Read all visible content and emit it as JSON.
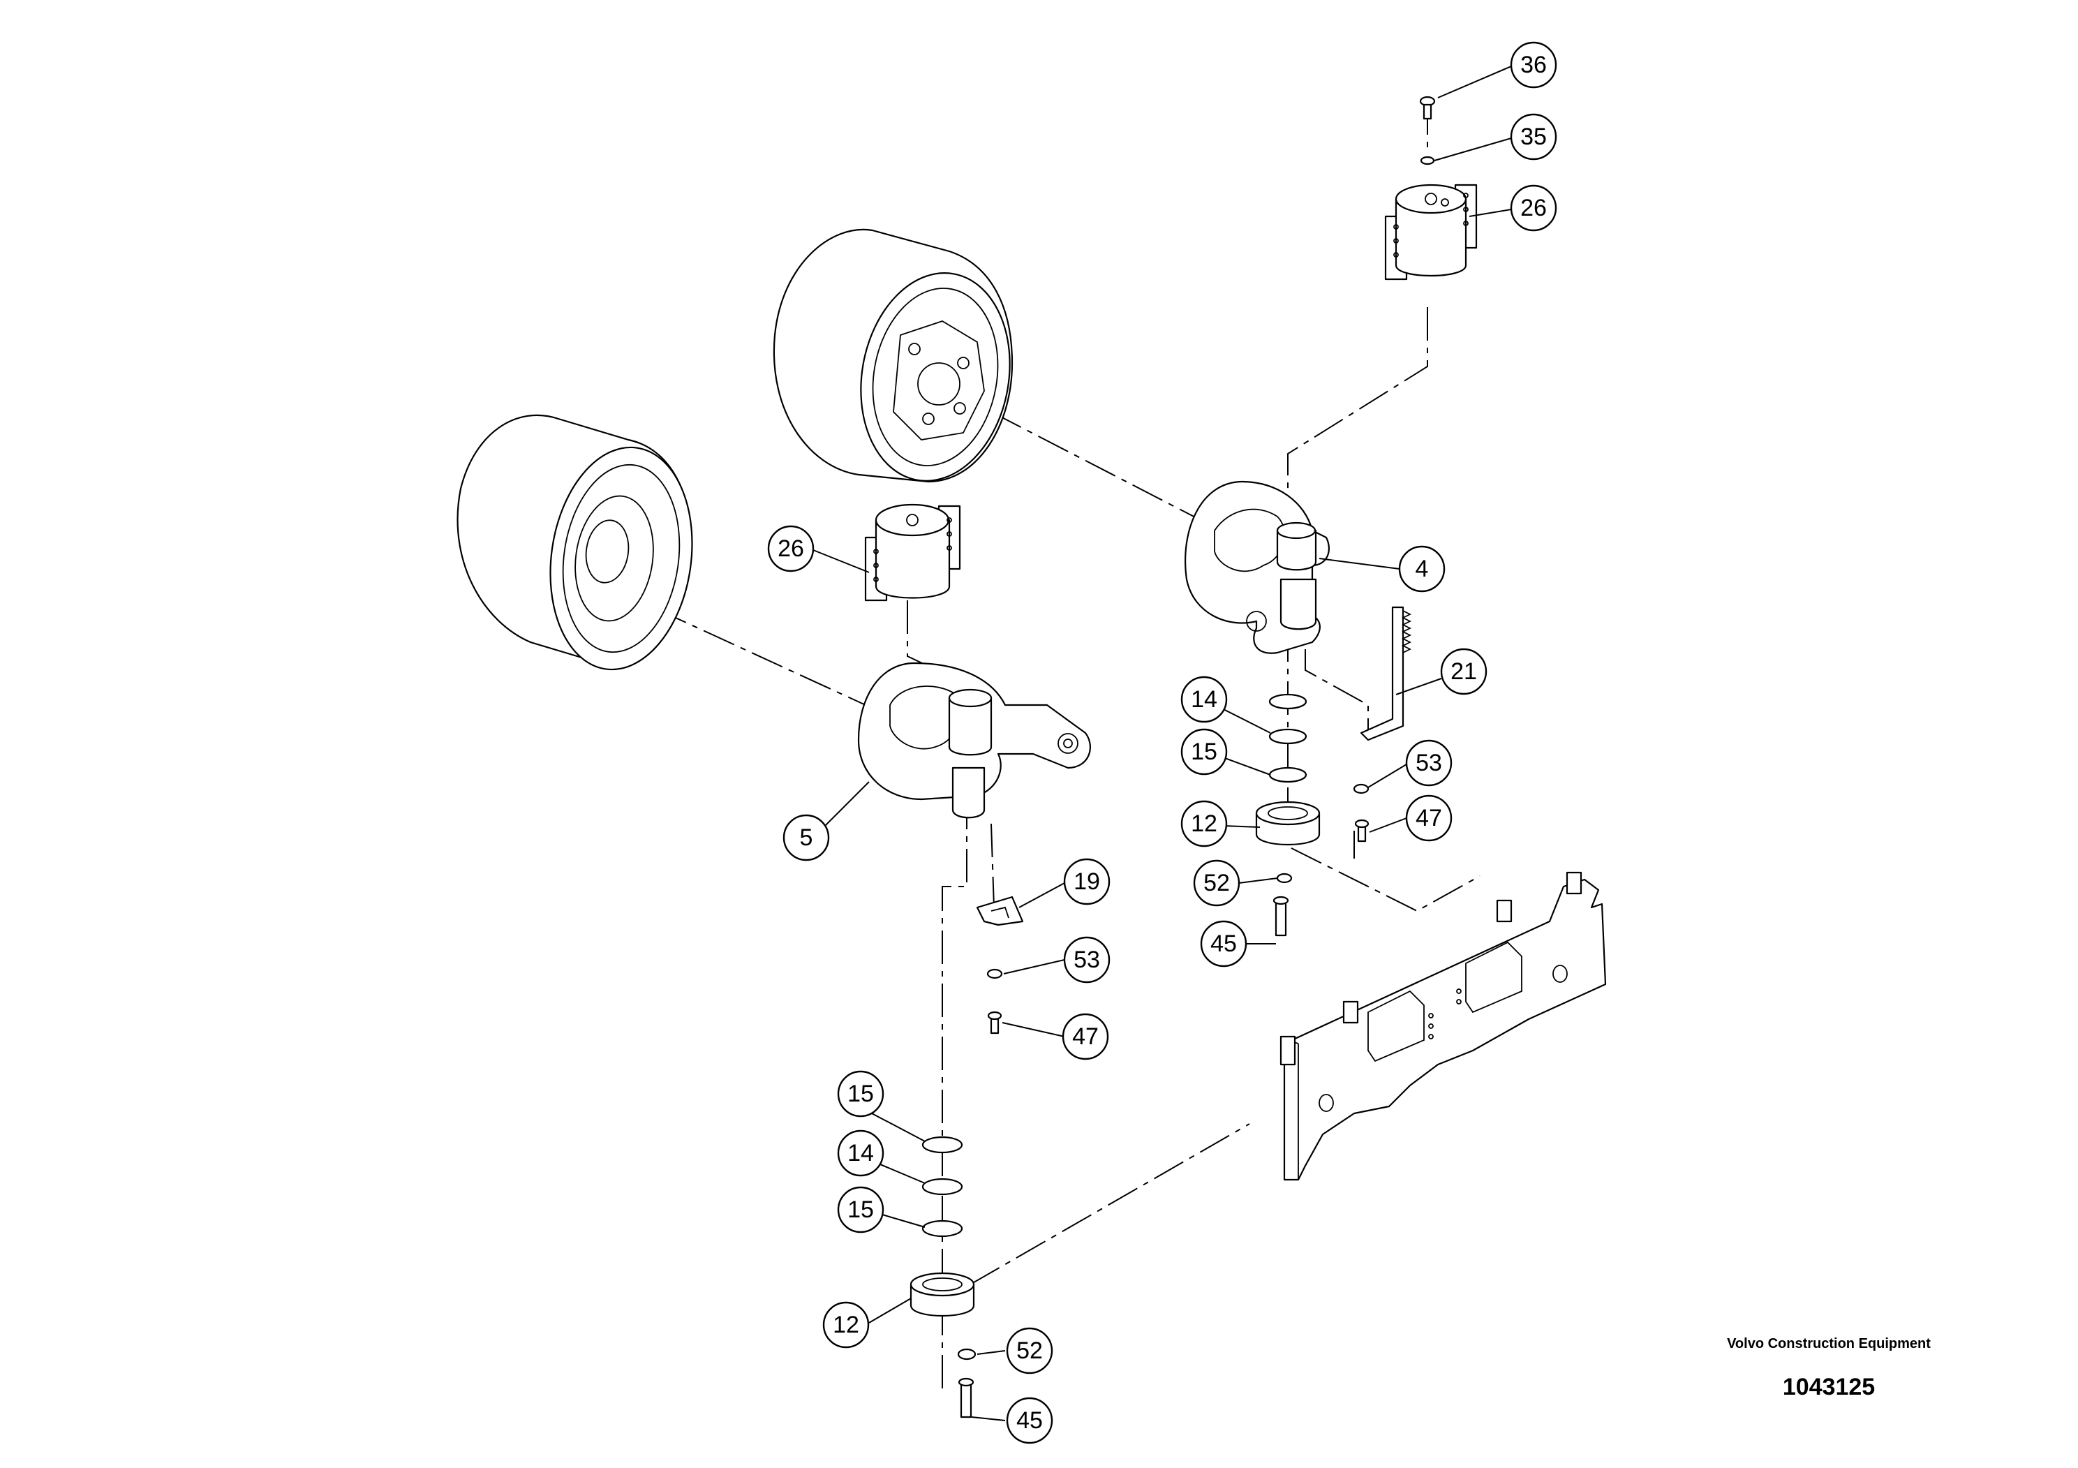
{
  "callouts": {
    "c36": "36",
    "c35": "35",
    "c26a": "26",
    "c26b": "26",
    "c4": "4",
    "c21": "21",
    "c14a": "14",
    "c15a": "15",
    "c53a": "53",
    "c12a": "12",
    "c47a": "47",
    "c52a": "52",
    "c45a": "45",
    "c5": "5",
    "c19": "19",
    "c53b": "53",
    "c47b": "47",
    "c15b": "15",
    "c14b": "14",
    "c15c": "15",
    "c12b": "12",
    "c52b": "52",
    "c45b": "45"
  },
  "footer": {
    "company": "Volvo Construction Equipment",
    "drawing_number": "1043125"
  }
}
